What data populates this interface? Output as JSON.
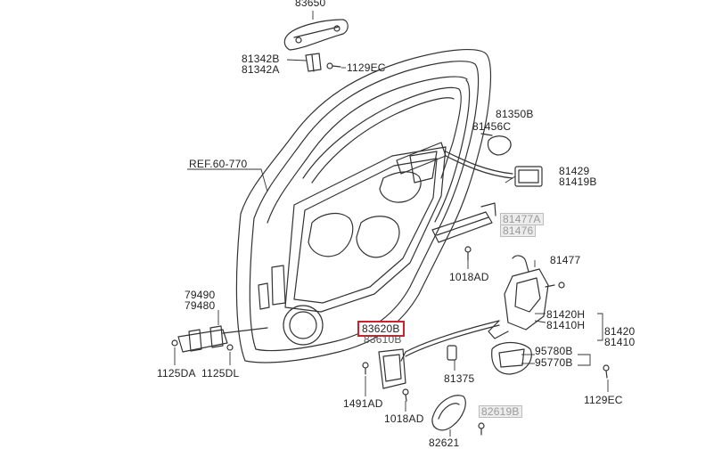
{
  "labels": {
    "p83650": "83650",
    "p81342B": "81342B",
    "p81342A": "81342A",
    "p1129EC_top": "1129EC",
    "p81350B": "81350B",
    "p81456C": "81456C",
    "p81429": "81429",
    "p81419B": "81419B",
    "ref": "REF.60-770",
    "p81477A": "81477A",
    "p81476": "81476",
    "p1018AD_mid": "1018AD",
    "p81477": "81477",
    "p79490": "79490",
    "p79480": "79480",
    "p83620B": "83620B",
    "p83610B": "83610B",
    "p81420H": "81420H",
    "p81410H": "81410H",
    "p81420": "81420",
    "p81410": "81410",
    "p95780B": "95780B",
    "p95770B": "95770B",
    "p1125DA": "1125DA",
    "p1125DL": "1125DL",
    "p81375": "81375",
    "p1491AD": "1491AD",
    "p1018AD_bot": "1018AD",
    "p82619B": "82619B",
    "p1129EC_bot": "1129EC",
    "p82621": "82621"
  },
  "highlight": {
    "label": "83620B",
    "color": "#d0202b"
  },
  "greyed_labels": [
    "81477A",
    "81476",
    "82619B"
  ]
}
